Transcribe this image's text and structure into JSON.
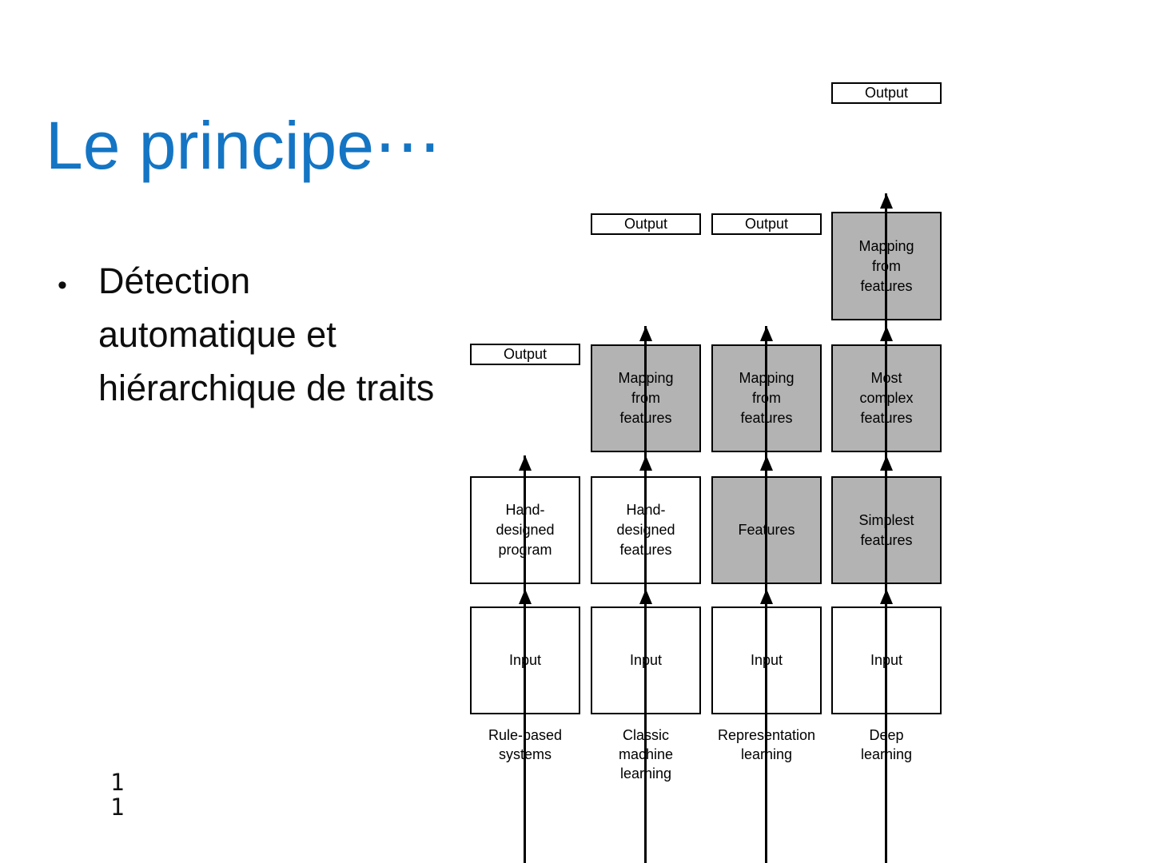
{
  "slide": {
    "title": "Le principe⋯",
    "bullet_glyph": "•",
    "bullet_lines": [
      "Détection",
      "automatique et",
      "hiérarchique de traits"
    ],
    "page_numbers": [
      "1",
      "1"
    ],
    "colors": {
      "title_blue": "#1475c4",
      "box_gray": "#b3b3b3",
      "line_black": "#000000",
      "background": "#ffffff"
    }
  },
  "diagram": {
    "output_label": "Output",
    "input_label": "Input",
    "boxes": {
      "hand_designed_program": [
        "Hand-",
        "designed",
        "program"
      ],
      "hand_designed_features": [
        "Hand-",
        "designed",
        "features"
      ],
      "mapping_from_features": [
        "Mapping",
        "from",
        "features"
      ],
      "most_complex_features": [
        "Most",
        "complex",
        "features"
      ],
      "features": [
        "Features"
      ],
      "simplest_features": [
        "Simplest",
        "features"
      ]
    },
    "column_labels": {
      "rule_based": [
        "Rule-based",
        "systems"
      ],
      "classic_ml": [
        "Classic",
        "machine",
        "learning"
      ],
      "representation": [
        "Representation",
        "learning"
      ],
      "deep": [
        "Deep",
        "learning"
      ]
    }
  }
}
